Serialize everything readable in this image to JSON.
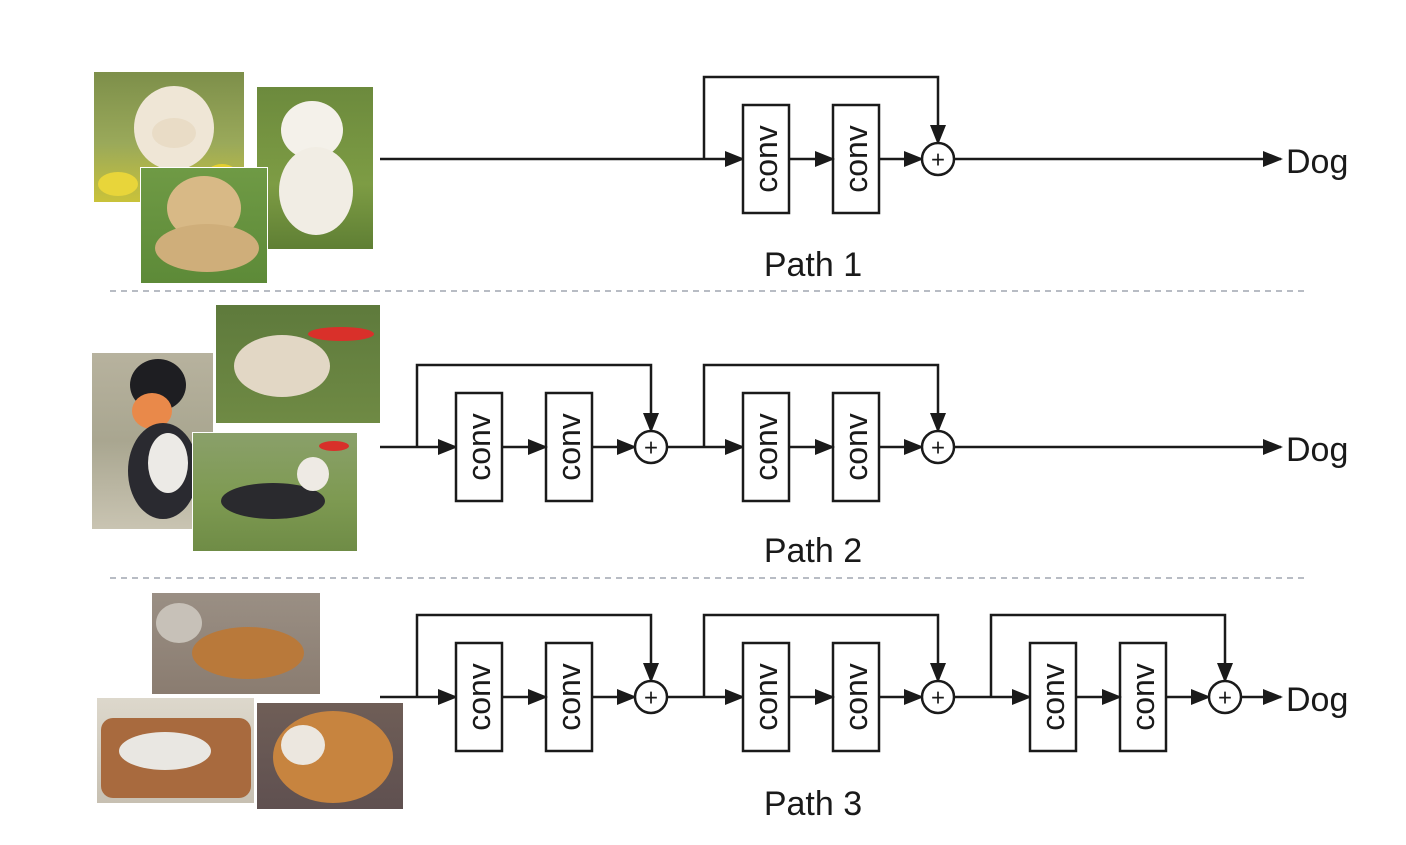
{
  "labels": {
    "conv": "conv",
    "plus": "+",
    "output": "Dog"
  },
  "paths": [
    {
      "title": "Path 1",
      "blocks": 1,
      "images": [
        "golden-retriever-puppy-flowers",
        "golden-retriever-puppy-grass",
        "white-puppy-running"
      ]
    },
    {
      "title": "Path 2",
      "blocks": 2,
      "images": [
        "border-collie-ball",
        "terrier-frisbee-jump",
        "border-collie-frisbee"
      ]
    },
    {
      "title": "Path 3",
      "blocks": 3,
      "images": [
        "golden-retriever-sleeping",
        "dog-sleeping-couch",
        "dogs-curled-up"
      ]
    }
  ],
  "colors": {
    "line": "#1a1a1a",
    "divider": "#b8bcc4",
    "text": "#1a1a1a"
  }
}
